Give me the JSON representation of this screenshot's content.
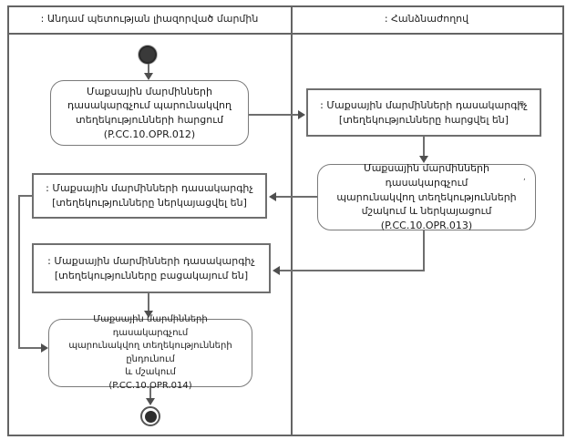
{
  "lanes": {
    "left": ": Անդամ պետության լիազորված մարմին",
    "right": ": Հանձնաժողով"
  },
  "nodes": {
    "action_opr012": "Մաքսային մարմինների\nդասակարգչում պարունակվող\nտեղեկությունների հարցում\n(P.CC.10.OPR.012)",
    "object_queried": ": Մաքսային մարմինների դասակարգիչ\n[տեղեկությունները հարցվել են]",
    "action_opr013": "Մաքսային մարմինների դասակարգչում\nպարունակվող տեղեկությունների\nմշակում և ներկայացում\n(P.CC.10.OPR.013)",
    "object_presented": ": Մաքսային մարմինների դասակարգիչ\n[տեղեկությունները ներկայացվել են]",
    "object_absent": ": Մաքսային մարմինների դասակարգիչ\n[տեղեկությունները բացակայում են]",
    "action_opr014": "Մաքսային մարմինների դասակարգչում\nպարունակվող տեղեկությունների ընդունում\nև մշակում\n(P.CC.10.OPR.014)"
  },
  "artifacts": {
    "stray_b": "в",
    "stray_comma": ","
  },
  "colors": {
    "line": "#6e6e6e",
    "border": "#646464",
    "node_border": "#7a7a7a",
    "text": "#1b1b1b",
    "node_fill": "#ffffff",
    "initial_node": "#3a3a3a"
  }
}
